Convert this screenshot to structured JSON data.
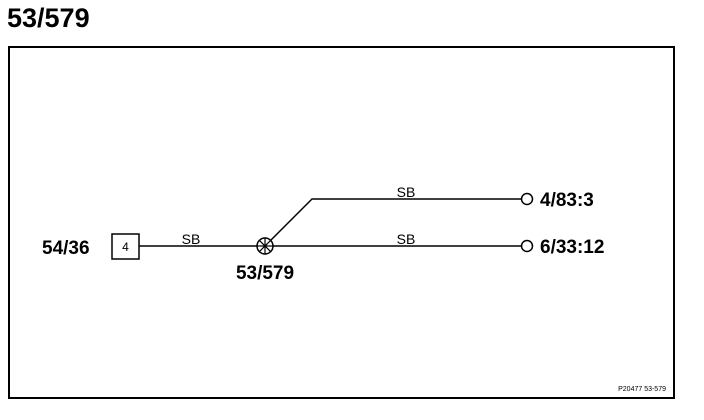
{
  "title": "53/579",
  "diagram": {
    "connector": {
      "id": "54/36",
      "pin": "4"
    },
    "splice": {
      "id": "53/579"
    },
    "wires": [
      {
        "color_code": "SB",
        "from": "54/36:4",
        "to": "53/579"
      },
      {
        "color_code": "SB",
        "from": "53/579",
        "to": "4/83:3"
      },
      {
        "color_code": "SB",
        "from": "53/579",
        "to": "6/33:12"
      }
    ],
    "terminals": [
      {
        "label": "4/83:3"
      },
      {
        "label": "6/33:12"
      }
    ],
    "reference": "P20477  53-579"
  },
  "colors": {
    "ink": "#000000",
    "background": "#ffffff"
  }
}
